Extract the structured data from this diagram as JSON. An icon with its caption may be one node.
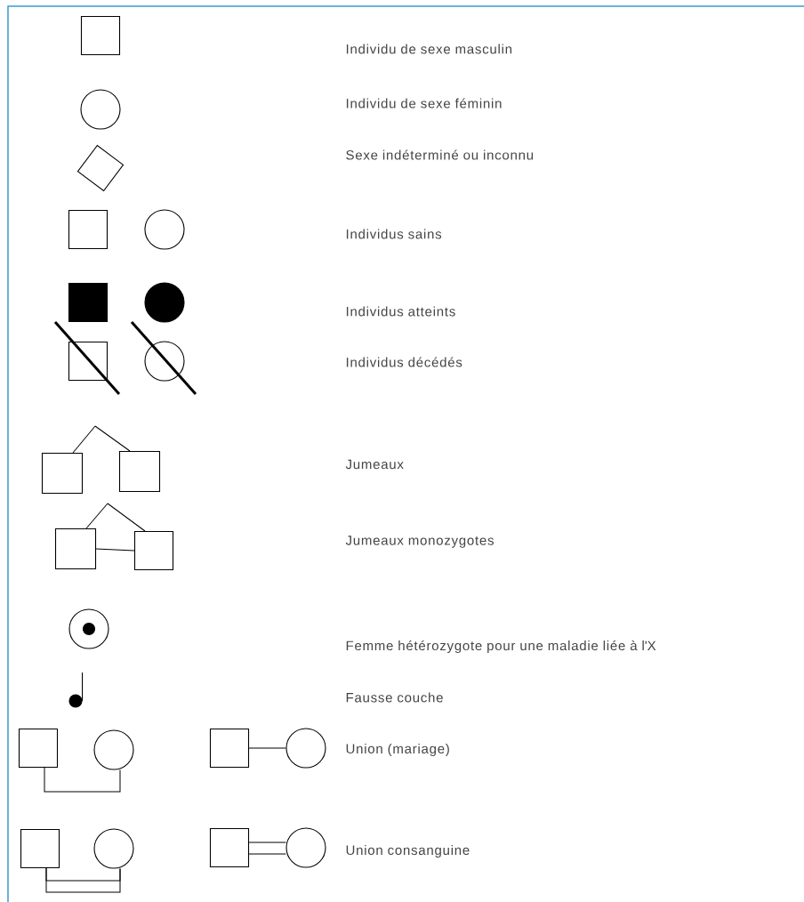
{
  "diagram": {
    "nodes": [
      {
        "text": [],
        "shape": "box"
      },
      {
        "text": [],
        "shape": "circle"
      },
      {
        "text": [],
        "shape": "diamond"
      },
      {
        "text": [],
        "shape": "box"
      },
      {
        "text": [],
        "shape": "circle"
      },
      {
        "text": [],
        "shape": "box"
      },
      {
        "text": [],
        "shape": "circle"
      },
      {
        "text": [],
        "shape": "box"
      },
      {
        "text": [],
        "shape": "circle"
      },
      {
        "text": [],
        "shape": "box"
      },
      {
        "text": [],
        "shape": "box"
      },
      {
        "text": [],
        "shape": "box"
      },
      {
        "text": [],
        "shape": "box"
      },
      {
        "text": [],
        "shape": "circle"
      },
      {
        "text": [],
        "shape": "dot"
      },
      {
        "text": [],
        "shape": "box"
      },
      {
        "text": [],
        "shape": "circle"
      },
      {
        "text": [],
        "shape": "box"
      },
      {
        "text": [],
        "shape": "circle"
      },
      {
        "text": [],
        "shape": "box"
      },
      {
        "text": [],
        "shape": "circle"
      },
      {
        "text": [],
        "shape": "box"
      },
      {
        "text": [],
        "shape": "circle"
      }
    ],
    "edges": [
      {
        "from": null,
        "to": 9,
        "arrow": "none"
      },
      {
        "from": null,
        "to": 10,
        "arrow": "none"
      },
      {
        "from": null,
        "to": 11,
        "arrow": "none"
      },
      {
        "from": null,
        "to": 12,
        "arrow": "none"
      },
      {
        "from": 11,
        "to": 12,
        "arrow": "none"
      },
      {
        "from": 15,
        "to": 16,
        "arrow": "none"
      },
      {
        "from": 17,
        "to": 18,
        "arrow": "none"
      },
      {
        "from": 19,
        "to": 20,
        "arrow": "none"
      },
      {
        "from": 19,
        "to": 20,
        "arrow": "none"
      },
      {
        "from": 21,
        "to": 22,
        "arrow": "none"
      },
      {
        "from": 21,
        "to": 22,
        "arrow": "none"
      }
    ],
    "labels": [
      "Individu de sexe masculin",
      "Individu de sexe féminin",
      "Sexe indéterminé ou inconnu",
      "Individus sains",
      "Individus atteints",
      "Individus décédés",
      "Jumeaux",
      "Jumeaux monozygotes",
      "Femme hétérozygote pour une maladie liée à l'X",
      "Fausse couche",
      "Union (mariage)",
      "Union consanguine"
    ]
  }
}
